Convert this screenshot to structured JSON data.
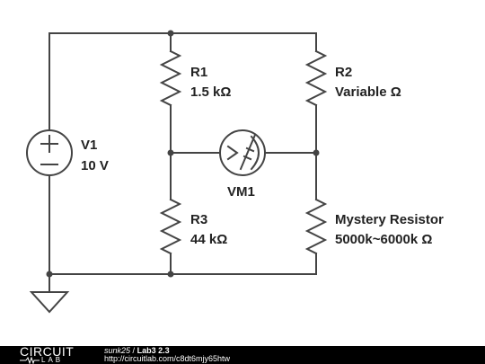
{
  "components": {
    "v1": {
      "name": "V1",
      "value": "10 V"
    },
    "r1": {
      "name": "R1",
      "value": "1.5 kΩ"
    },
    "r2": {
      "name": "R2",
      "value": "Variable Ω"
    },
    "r3": {
      "name": "R3",
      "value": "44 kΩ"
    },
    "r4": {
      "name": "Mystery Resistor",
      "value": "5000k~6000k Ω"
    },
    "vm1": {
      "name": "VM1"
    }
  },
  "footer": {
    "logo_top": "CIRCUIT",
    "logo_bottom": "LAB",
    "author": "sunk25",
    "separator": "/",
    "title": "Lab3 2.3",
    "url": "http://circuitlab.com/c8dt6mjy65htw"
  },
  "colors": {
    "wire": "#444444",
    "footer_bg": "#000000",
    "footer_text": "#ffffff"
  },
  "icons": [
    "voltage-source-icon",
    "resistor-icon",
    "voltmeter-icon",
    "ground-icon",
    "circuitlab-logo-icon"
  ]
}
